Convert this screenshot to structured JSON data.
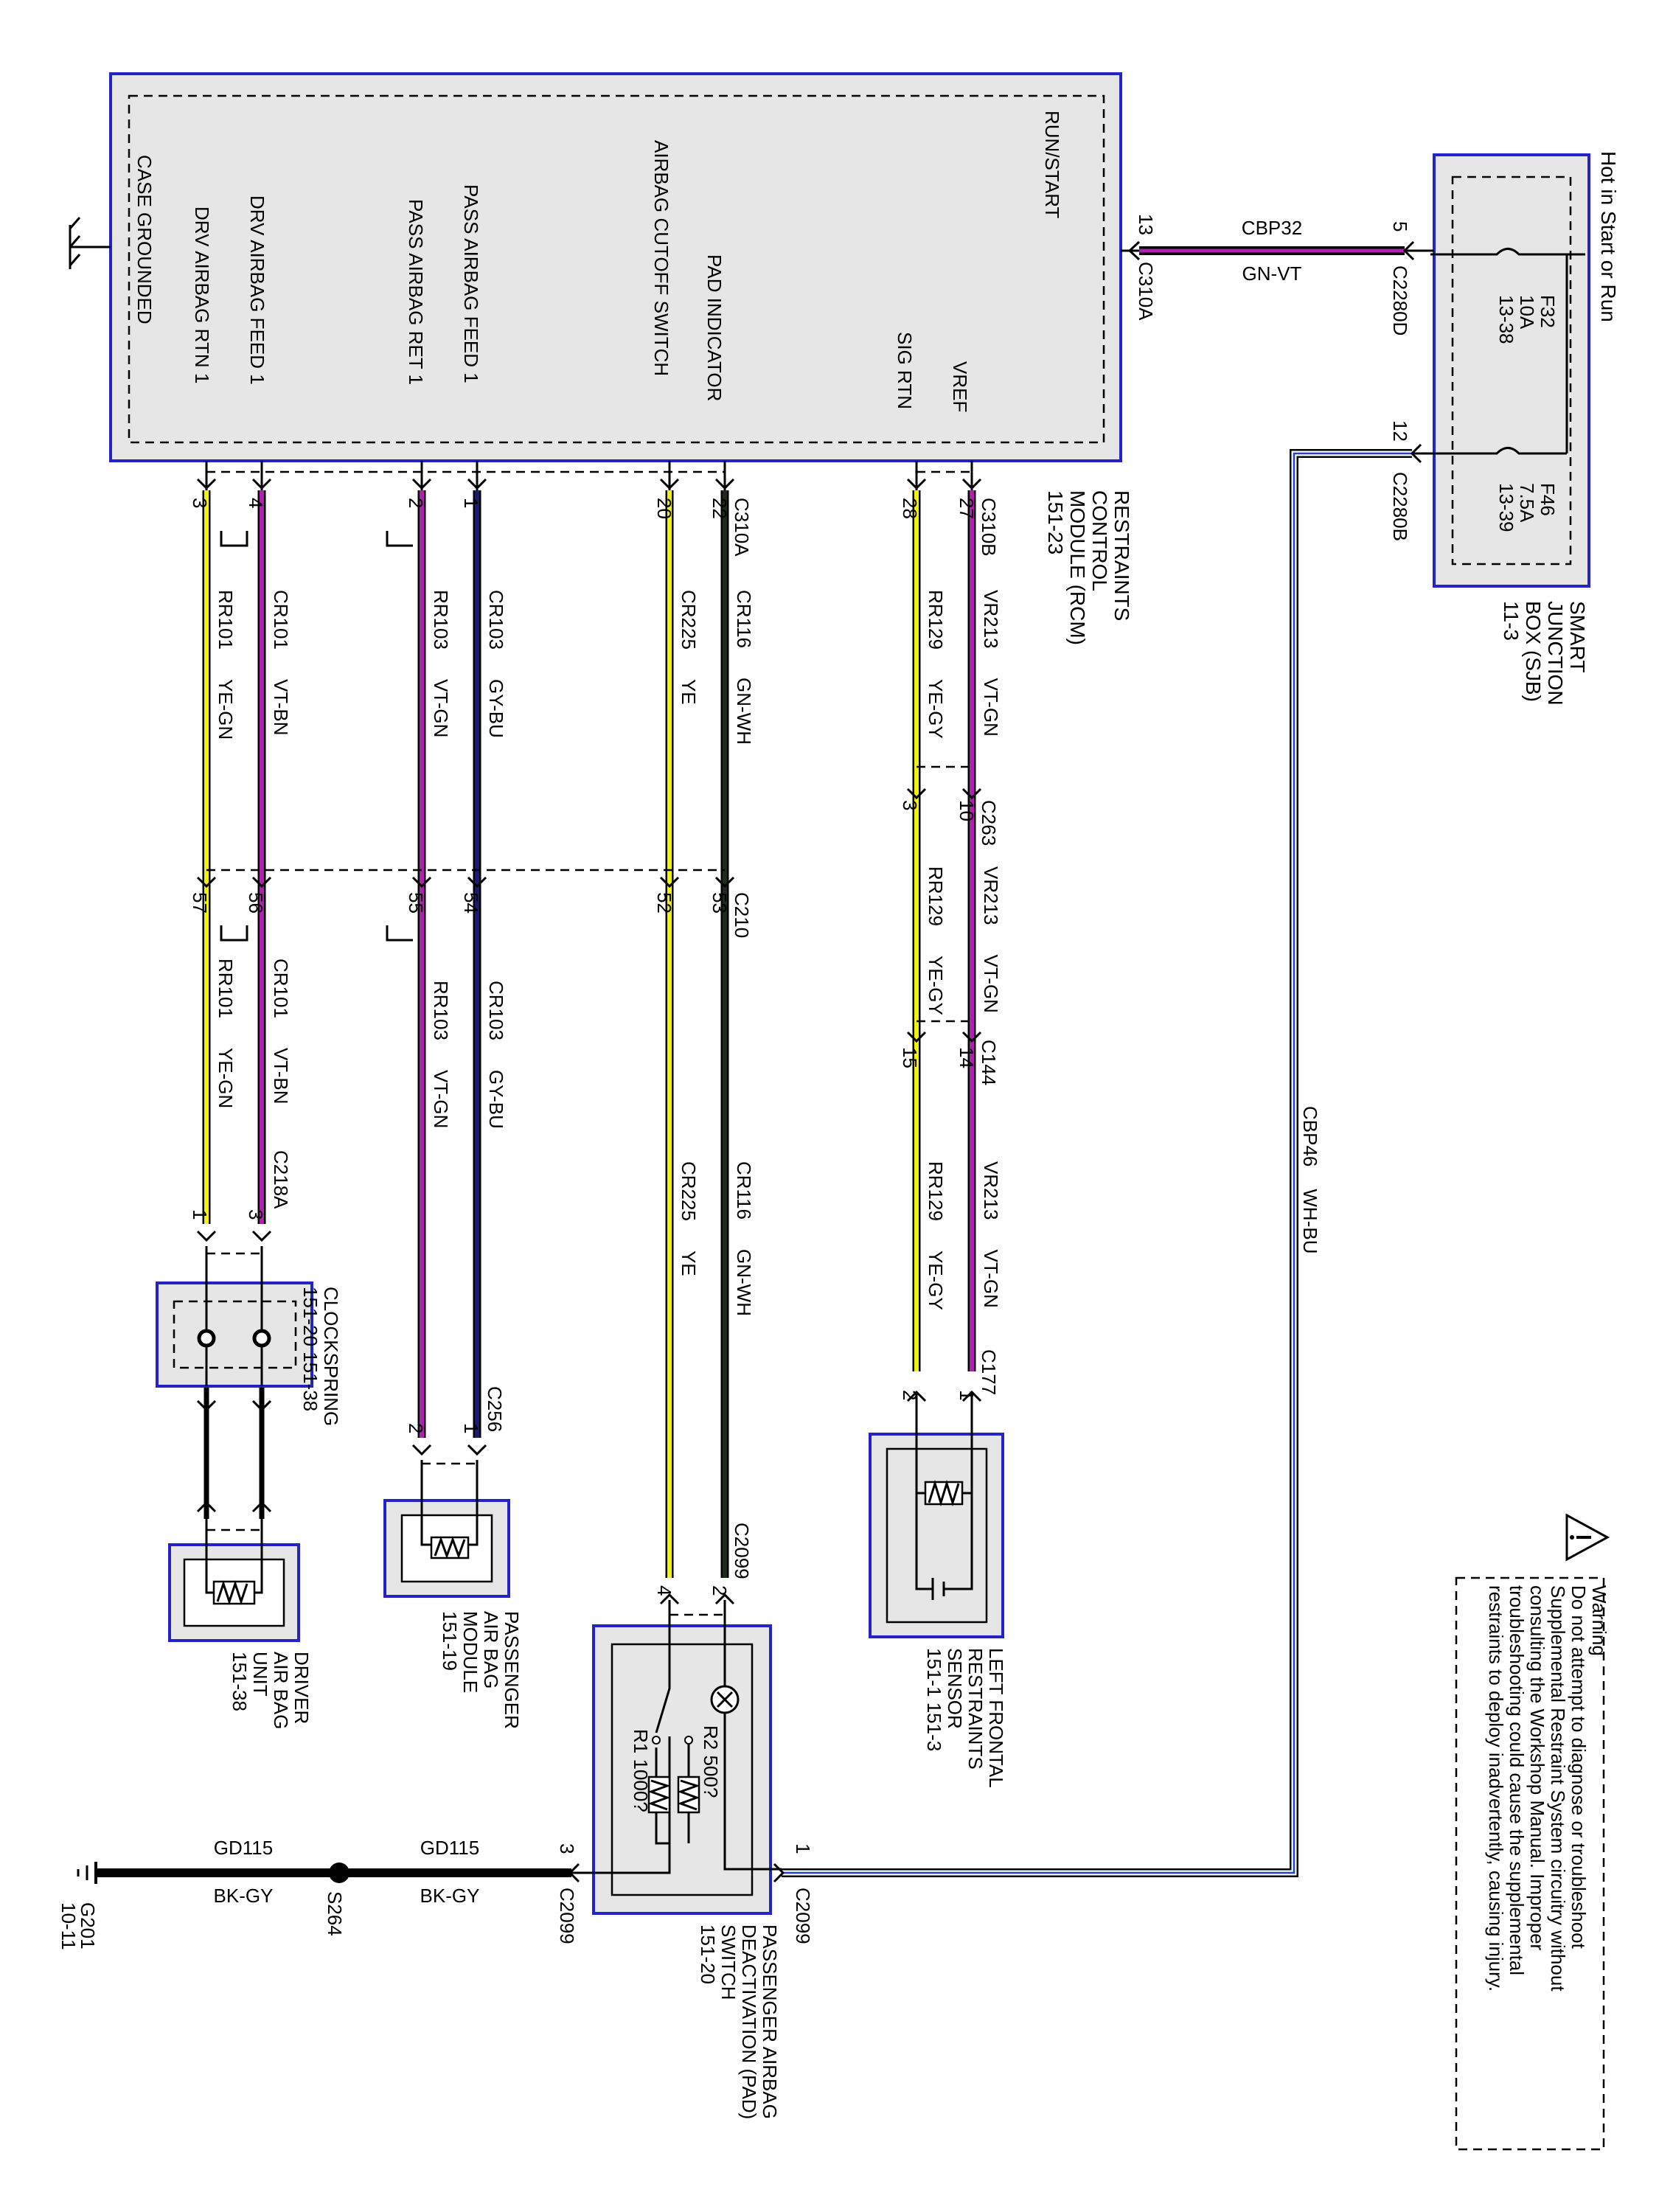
{
  "colors": {
    "module_border": "#2323c8",
    "module_fill": "#e6e6e6",
    "wire_yellow": "#f2f20a",
    "wire_violet": "#b020b0",
    "wire_grayblue": "#1c1c6e",
    "wire_green_dark": "#1e2a1e",
    "wire_blue": "#2040d0",
    "wire_black": "#000000"
  },
  "rcm": {
    "name": "RESTRAINTS\nCONTROL\nMODULE (RCM)\n151-23",
    "pins": {
      "run_start": "RUN/START",
      "vref": "VREF",
      "sig_rtn": "SIG RTN",
      "pad_indicator": "PAD INDICATOR",
      "cutoff_switch": "AIRBAG CUTOFF SWITCH",
      "pass_feed": "PASS AIRBAG FEED 1",
      "pass_ret": "PASS AIRBAG RET 1",
      "drv_feed": "DRV AIRBAG FEED 1",
      "drv_rtn": "DRV AIRBAG RTN 1",
      "case_grounded": "CASE GROUNDED"
    }
  },
  "sjb": {
    "name": "SMART\nJUNCTION\nBOX (SJB)\n11-3",
    "hot": "Hot in Start or Run",
    "f32": [
      "F32",
      "10A",
      "13-38"
    ],
    "f46": [
      "F46",
      "7.5A",
      "13-39"
    ]
  },
  "power": {
    "pin_rcm": "13",
    "conn_rcm": "C310A",
    "pin_sjb": "5",
    "conn_sjb": "C2280D",
    "circuit": "CBP32",
    "color": "GN-VT",
    "pin_sjb2": "12",
    "conn_sjb2": "C2280B",
    "circuit2": "CBP46",
    "color2": "WH-BU"
  },
  "connectors": {
    "c310a": "C310A",
    "c310b": "C310B",
    "c263": "C263",
    "c210": "C210",
    "c144": "C144",
    "c218a": "C218A",
    "c256": "C256",
    "c177": "C177",
    "c2099": "C2099"
  },
  "wires": {
    "vr213": "VR213",
    "vt_gn": "VT-GN",
    "rr129": "RR129",
    "ye_gy": "YE-GY",
    "cr116": "CR116",
    "gn_wh": "GN-WH",
    "cr225": "CR225",
    "ye": "YE",
    "cr103": "CR103",
    "gy_bu": "GY-BU",
    "rr103": "RR103",
    "vt_gn2": "VT-GN",
    "cr101": "CR101",
    "vt_bn": "VT-BN",
    "rr101": "RR101",
    "ye_gn": "YE-GN"
  },
  "pins": {
    "p27": "27",
    "p28": "28",
    "p22": "22",
    "p20": "20",
    "p1": "1",
    "p2": "2",
    "p4": "4",
    "p3": "3",
    "p10": "10",
    "p3b": "3",
    "p53": "53",
    "p52": "52",
    "p54": "54",
    "p55": "55",
    "p56": "56",
    "p57": "57",
    "p14": "14",
    "p15": "15",
    "p3c": "3",
    "p1c": "1",
    "p1d": "1",
    "p2d": "2",
    "p1e": "1",
    "p2e": "2",
    "p2f": "2",
    "p4f": "4"
  },
  "components": {
    "sensor": "LEFT FRONTAL\nRESTRAINTS\nSENSOR\n151-1   151-3",
    "clockspring": "CLOCKSPRING\n151-20   151-38",
    "pass_module": "PASSENGER\nAIR BAG\nMODULE\n151-19",
    "driver_unit": "DRIVER\nAIR BAG\nUNIT\n151-38",
    "pad_switch": "PASSENGER AIRBAG\nDEACTIVATION (PAD)\nSWITCH\n151-20",
    "r1": "R1 1000?",
    "r2": "R2 500?"
  },
  "ground": {
    "pin1": "1",
    "conn1": "C2099",
    "pin3": "3",
    "conn3": "C2099",
    "circuit": "GD115",
    "color": "BK-GY",
    "splice": "S264",
    "ground_id": "G201\n10-11"
  },
  "warning": {
    "text": "Warning\nDo not attempt to diagnose or troubleshoot\nSupplemental Restraint System circuitry without\nconsulting the Workshop Manual. Improper\ntroubleshooting could cause the supplemental\nrestraints to deploy inadvertently, causing injury."
  }
}
